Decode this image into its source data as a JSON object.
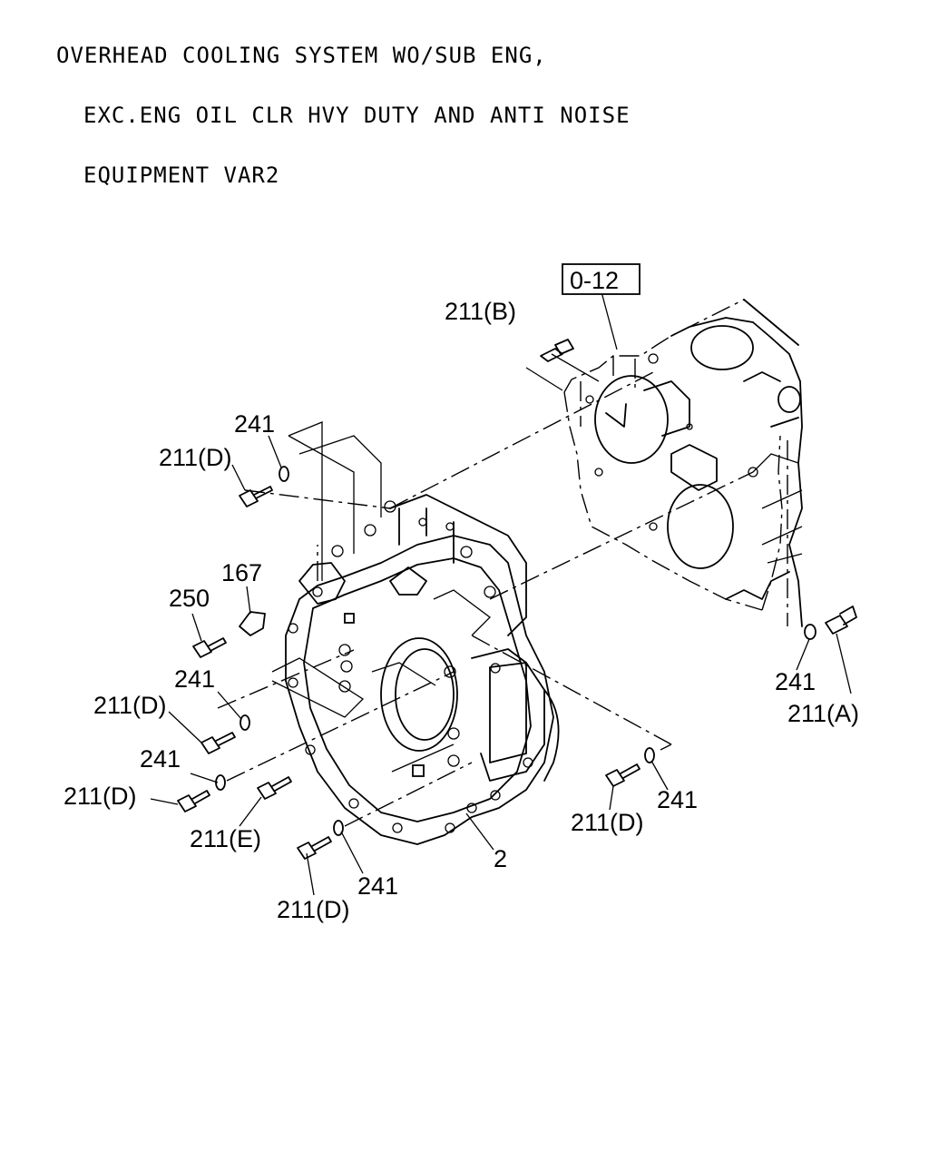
{
  "title_lines": [
    "OVERHEAD COOLING SYSTEM WO/SUB ENG,",
    "EXC.ENG OIL CLR HVY DUTY AND ANTI NOISE",
    "EQUIPMENT VAR2"
  ],
  "ref_box": "0-12",
  "callouts": {
    "c211b": "211(B)",
    "c241a": "241",
    "c211d_top": "211(D)",
    "c167": "167",
    "c250": "250",
    "c241b": "241",
    "c211d_mid": "211(D)",
    "c241c": "241",
    "c211d_low": "211(D)",
    "c211e": "211(E)",
    "c211d_bot": "211(D)",
    "c241d": "241",
    "c2": "2",
    "c211d_right": "211(D)",
    "c241e": "241",
    "c241f": "241",
    "c211a": "211(A)"
  }
}
